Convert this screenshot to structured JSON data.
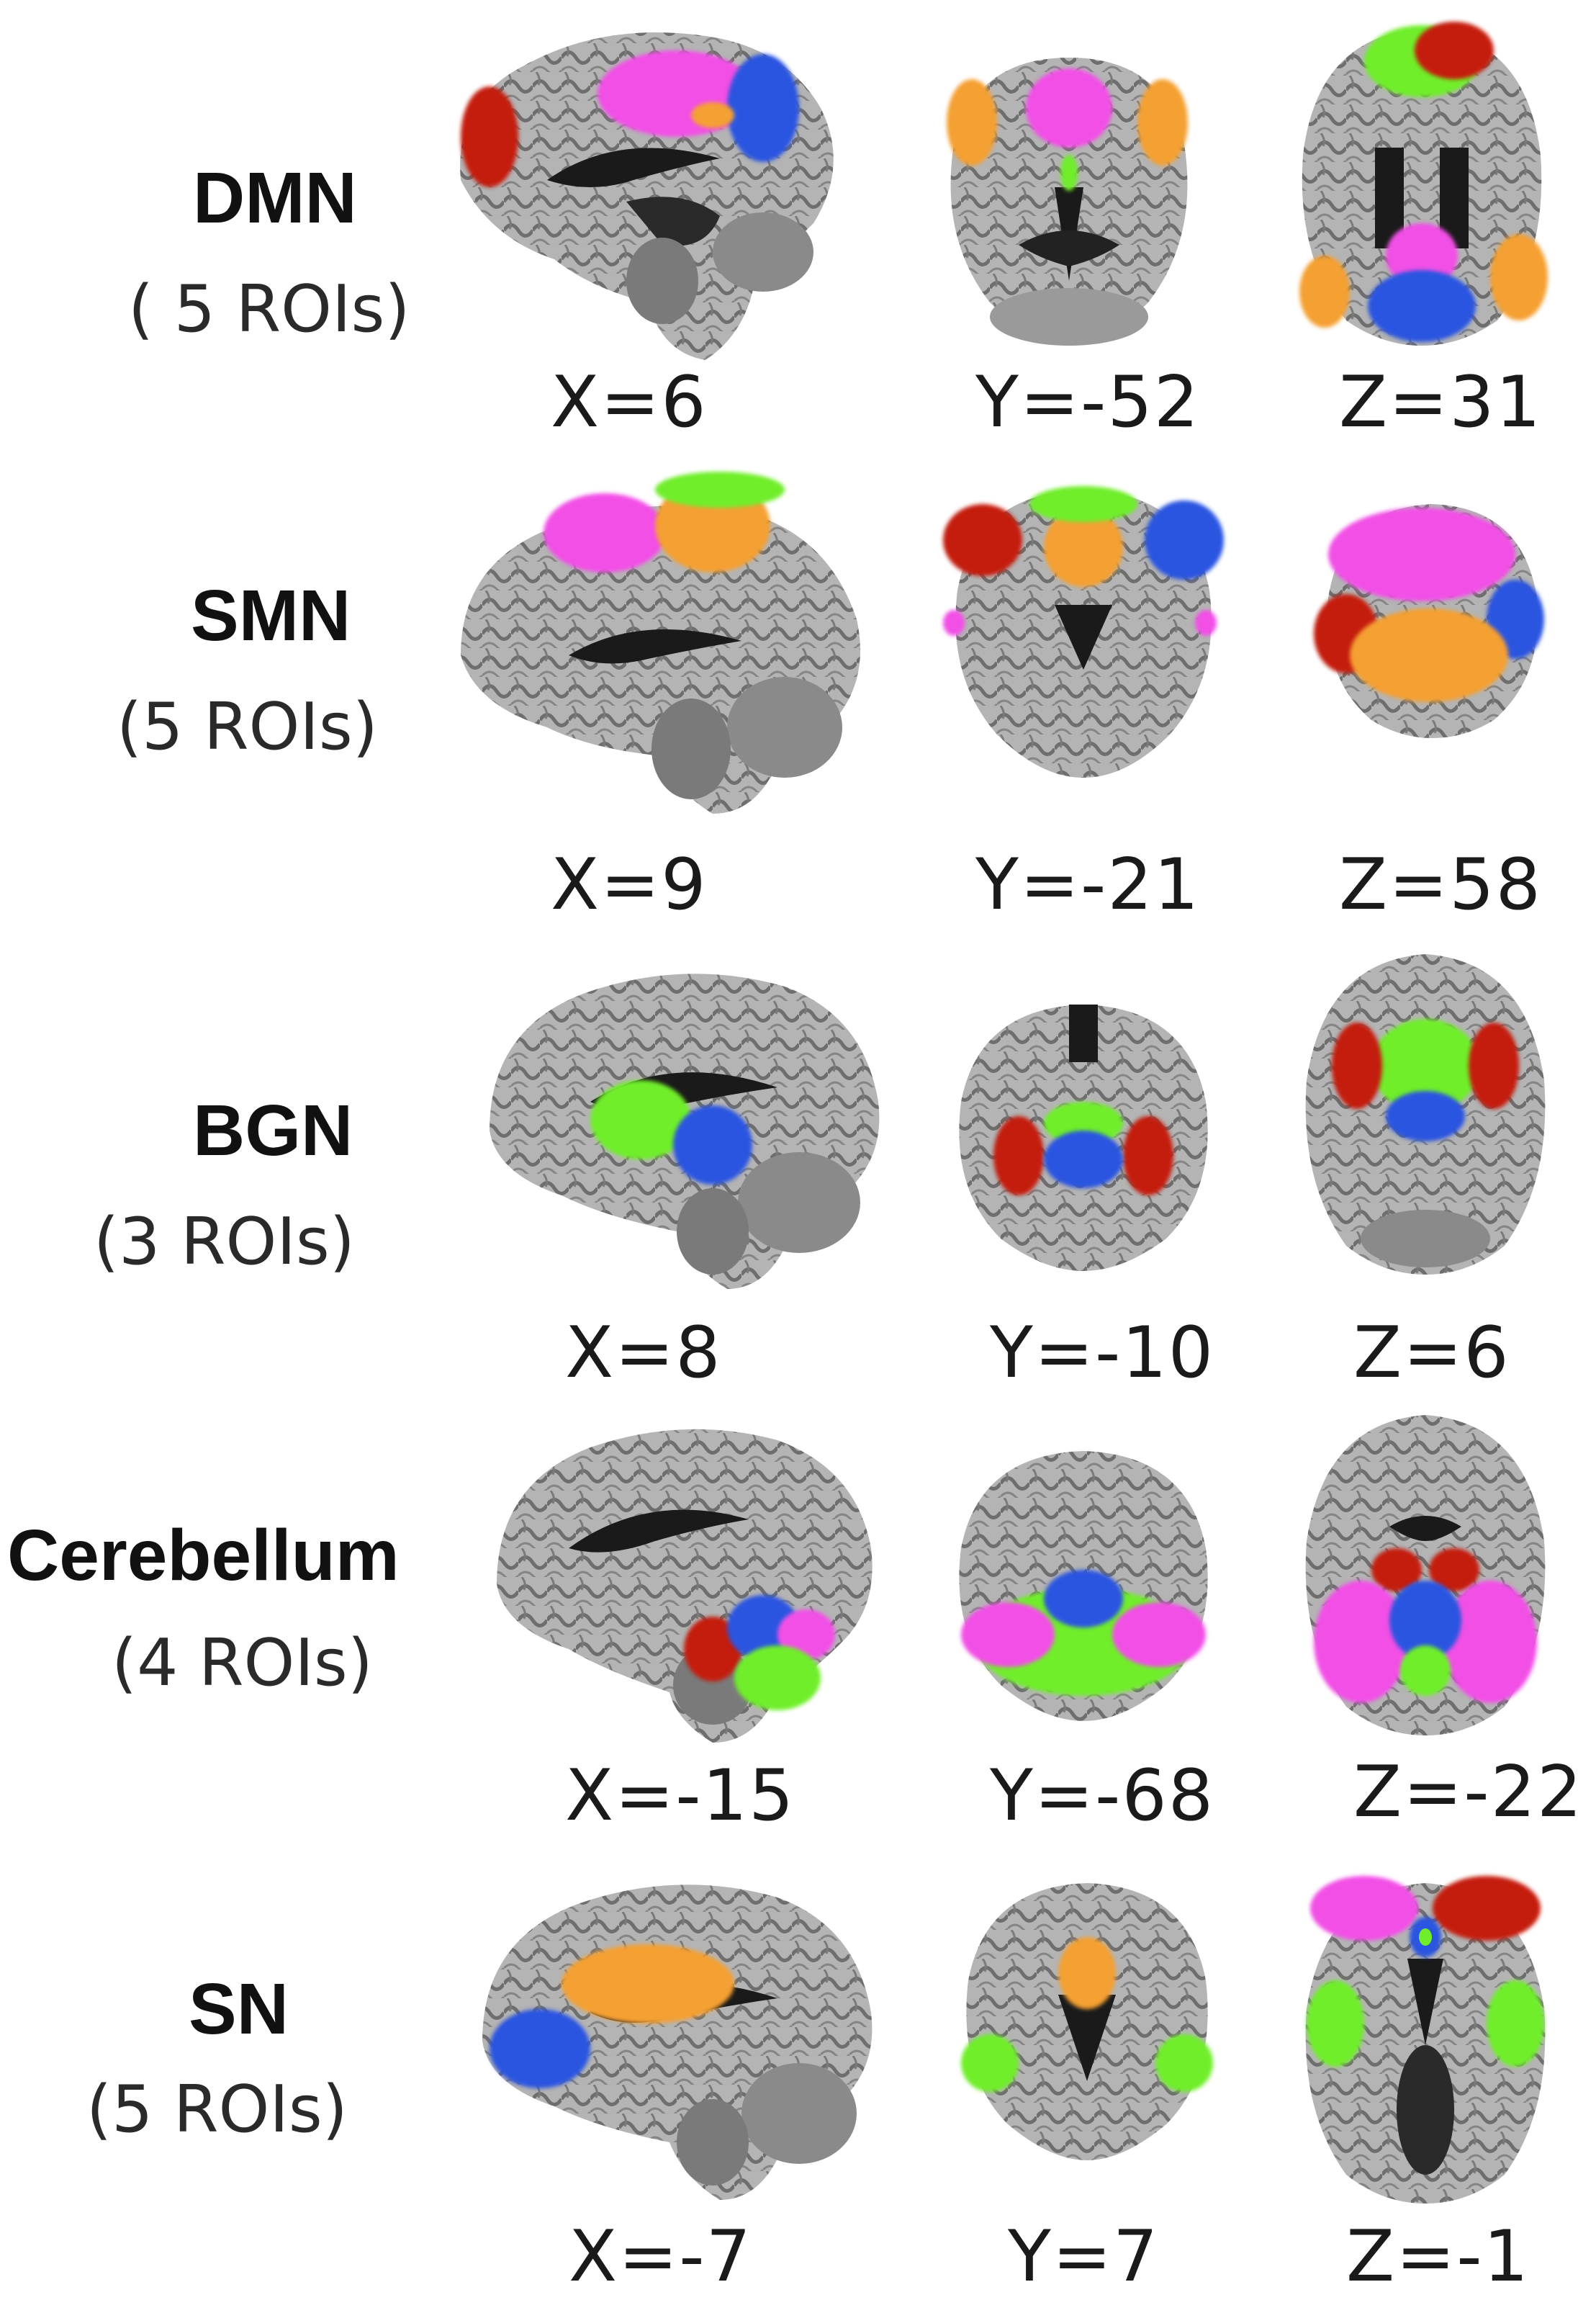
{
  "rows": [
    {
      "name": "DMN",
      "rois": "( 5 ROIs)",
      "coords": [
        "X=6",
        "Y=-52",
        "Z=31"
      ]
    },
    {
      "name": "SMN",
      "rois": "(5 ROIs)",
      "coords": [
        "X=9",
        "Y=-21",
        "Z=58"
      ]
    },
    {
      "name": "BGN",
      "rois": "(3 ROIs)",
      "coords": [
        "X=8",
        "Y=-10",
        "Z=6"
      ]
    },
    {
      "name": "Cerebellum",
      "rois": "(4 ROIs)",
      "coords": [
        "X=-15",
        "Y=-68",
        "Z=-22"
      ]
    },
    {
      "name": "SN",
      "rois": "(5 ROIs)",
      "coords": [
        "X=-7",
        "Y=7",
        "Z=-1"
      ]
    }
  ],
  "roi_colors": {
    "red": "#c41a0c",
    "pink": "#f250e6",
    "blue": "#2a55e0",
    "orange": "#f4a030",
    "green": "#70ee2a",
    "gray_tissue": "#a8a8a8",
    "dark_tissue": "#1a1a1a"
  }
}
